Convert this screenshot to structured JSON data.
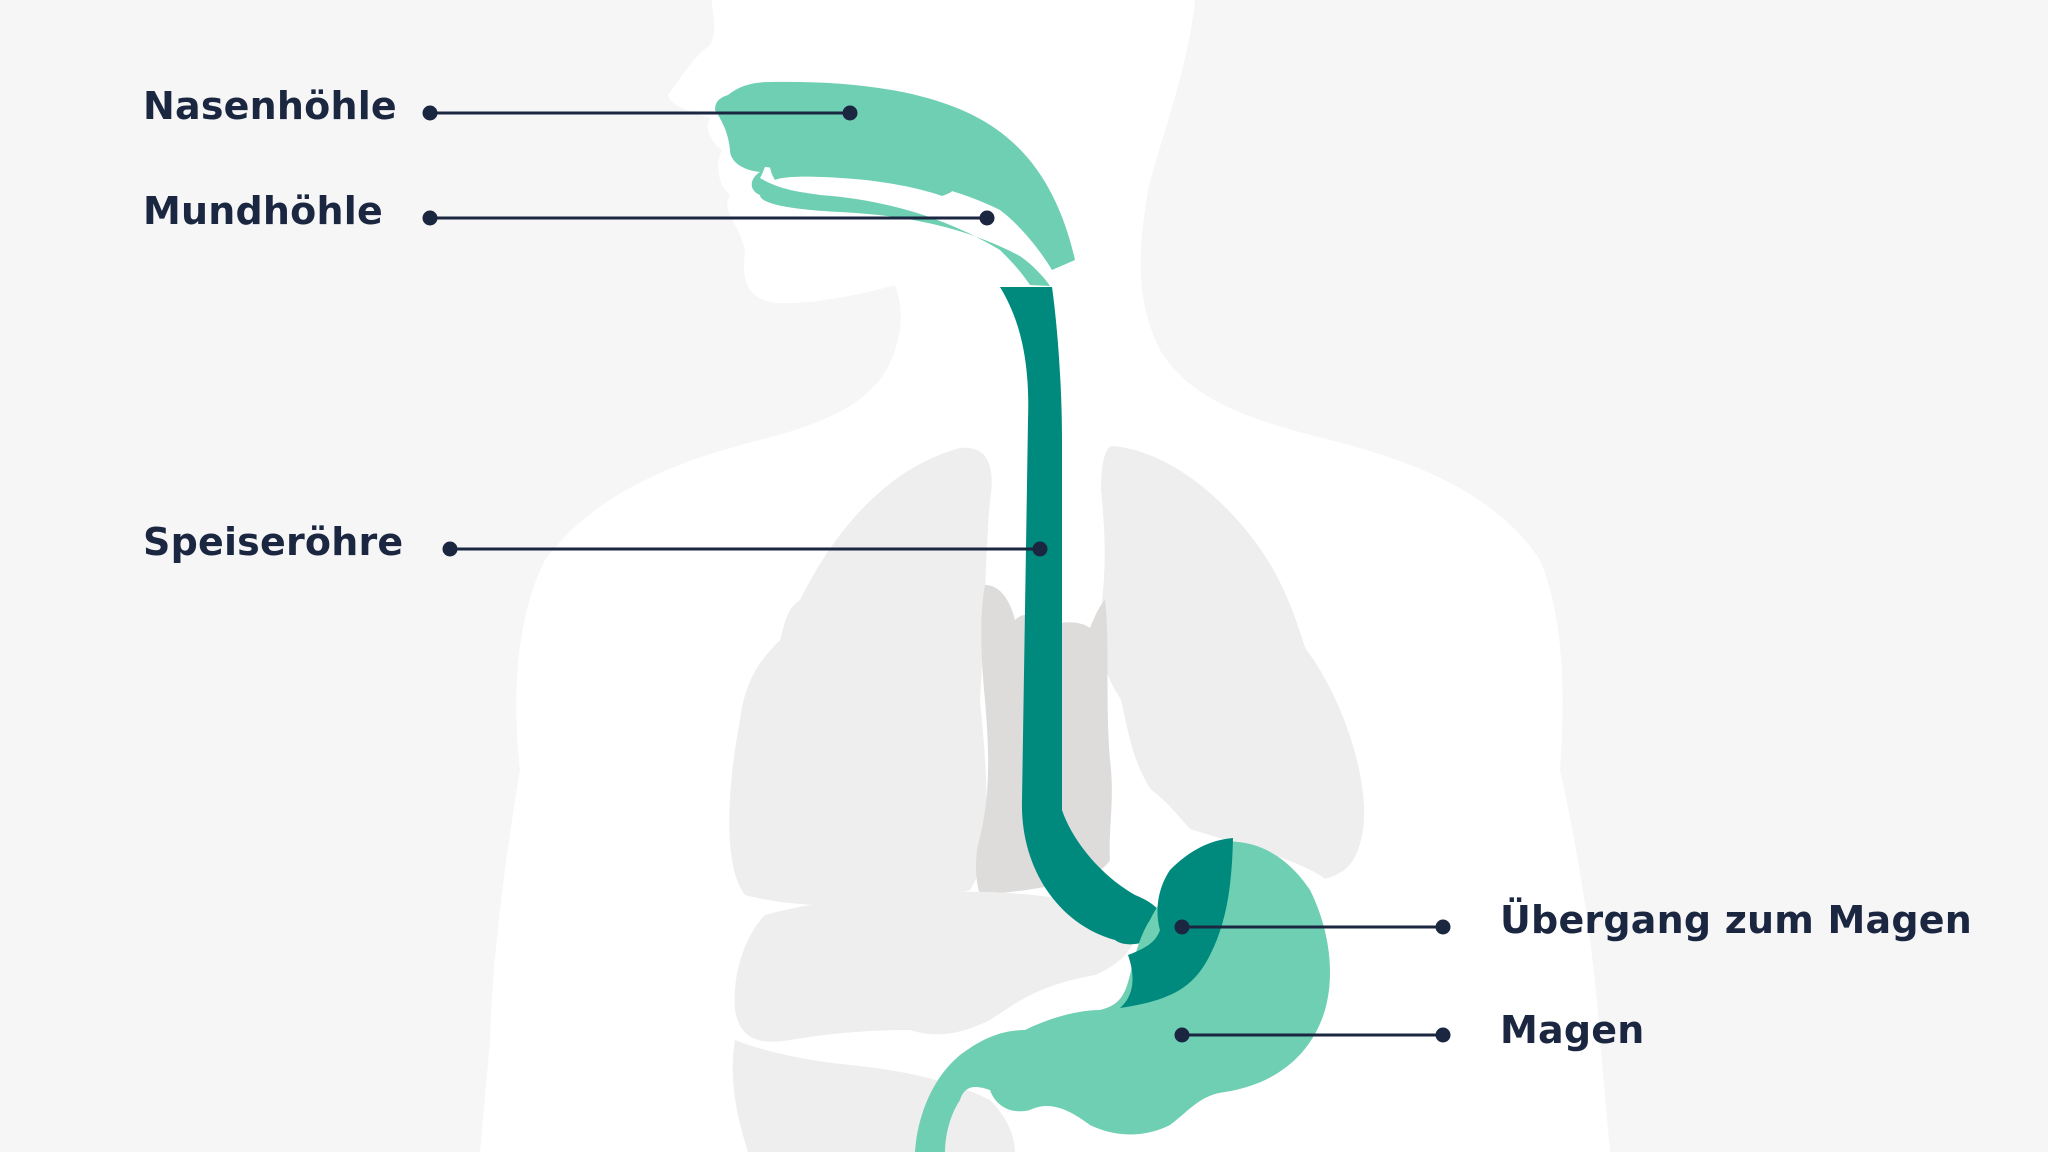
{
  "colors": {
    "background": "#f6f6f6",
    "body_silhouette": "#ffffff",
    "organ_grey_light": "#eeeeee",
    "organ_grey_dark": "#dddcdb",
    "tract_light": "#6fcfb3",
    "tract_dark": "#008a7e",
    "label_text": "#1b2640"
  },
  "labels": {
    "nasal_cavity": "Nasenhöhle",
    "oral_cavity": "Mundhöhle",
    "esophagus": "Speiseröhre",
    "gastric_junction": "Übergang zum Magen",
    "stomach": "Magen"
  }
}
